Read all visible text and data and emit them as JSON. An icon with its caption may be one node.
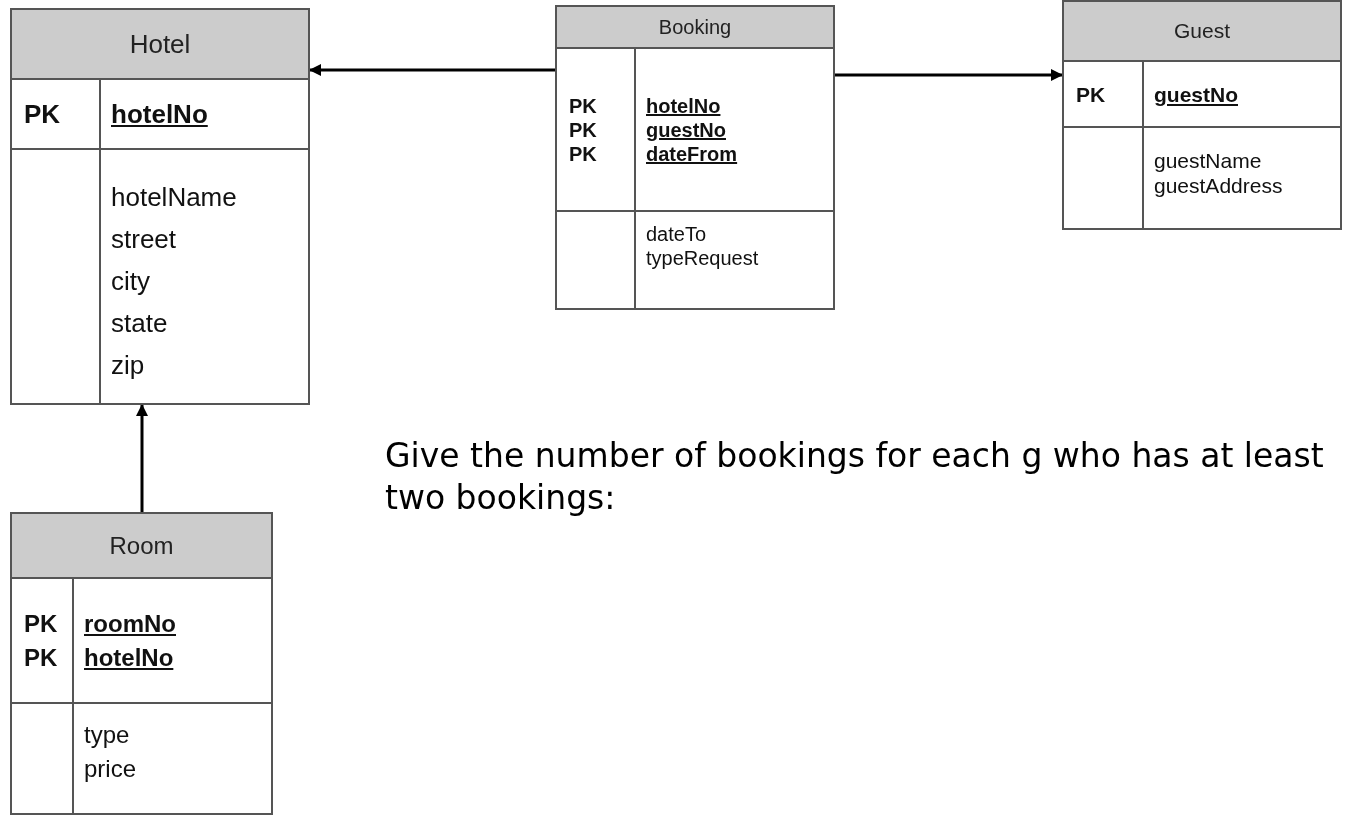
{
  "diagram": {
    "nodes": [
      {
        "text": [
          "Hotel"
        ]
      },
      {
        "text": [
          "PK",
          "hotelNo"
        ],
        "in": 0
      },
      {
        "text": [
          "hotelName",
          "street",
          "city",
          "state",
          "zip"
        ],
        "in": 0
      },
      {
        "text": [
          "Booking"
        ]
      },
      {
        "text": [
          "PK",
          "hotelNo",
          "PK",
          "guestNo",
          "PK",
          "dateFrom"
        ],
        "in": 3
      },
      {
        "text": [
          "dateTo",
          "typeRequest"
        ],
        "in": 3
      },
      {
        "text": [
          "Guest"
        ]
      },
      {
        "text": [
          "PK",
          "guestNo"
        ],
        "in": 6
      },
      {
        "text": [
          "guestName",
          "guestAddress"
        ],
        "in": 6
      },
      {
        "text": [
          "Room"
        ]
      },
      {
        "text": [
          "PK",
          "roomNo",
          "PK",
          "hotelNo"
        ],
        "in": 9
      },
      {
        "text": [
          "type",
          "price"
        ],
        "in": 9
      }
    ],
    "edges": [
      {
        "from": 3,
        "to": 0,
        "arrow": "to"
      },
      {
        "from": 3,
        "to": 6,
        "arrow": "to"
      },
      {
        "from": 9,
        "to": 0,
        "arrow": "to"
      }
    ],
    "labels": [
      "Give the number of bookings for each g who has at least two bookings:"
    ]
  }
}
